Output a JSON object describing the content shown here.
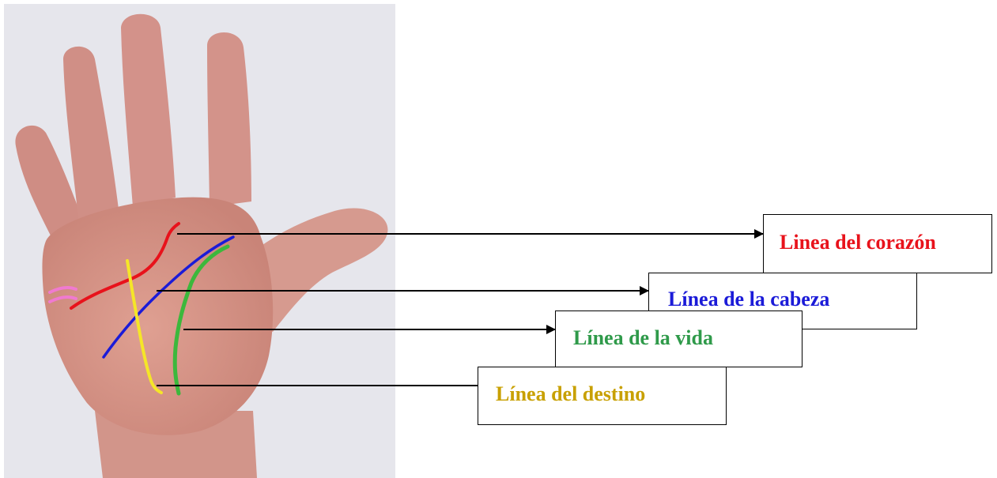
{
  "colors": {
    "heart": "#e8121b",
    "head": "#1b1bd8",
    "life": "#2f9a4a",
    "fate": "#c8a000",
    "fate_stroke": "#f5e628",
    "life_stroke": "#3cb83c",
    "bracelet": "#f07ad0",
    "skin": "#d9978c",
    "photo_bg": "#e6e6ec",
    "connector": "#000000"
  },
  "labels": {
    "heart": "Linea del corazón",
    "head": "Línea de la cabeza",
    "life": "Línea de la vida",
    "fate": "Línea del destino"
  }
}
